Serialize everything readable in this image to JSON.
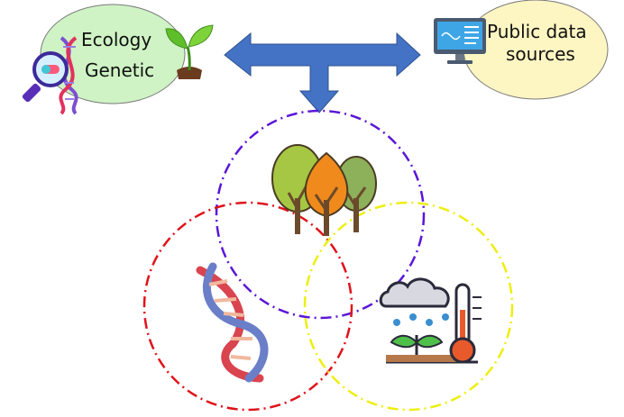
{
  "nodes": {
    "left": {
      "line1": "Ecology",
      "line2": "Genetic"
    },
    "right": {
      "line1": "Public data",
      "line2": "sources"
    }
  },
  "colors": {
    "left_bubble": "#cff3c4",
    "right_bubble": "#fdf5c2",
    "arrow": "#4472c4",
    "circle_top": "#5a16d8",
    "circle_left": "#e0121a",
    "circle_right": "#eeee10"
  },
  "icons": {
    "left": [
      "dna-magnifier-icon",
      "sprout-icon"
    ],
    "right": "computer-monitor-icon",
    "circle_top": "trees-icon",
    "circle_left": "dna-helix-icon",
    "circle_right": "weather-plant-thermometer-icon"
  }
}
